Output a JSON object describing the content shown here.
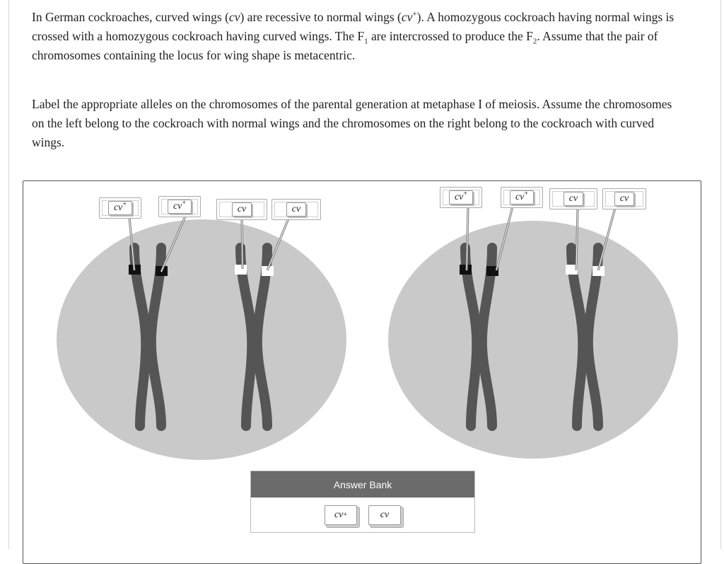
{
  "question": {
    "intro_a": "In German cockroaches, curved wings (",
    "allele_recessive": "cv",
    "intro_b": ") are recessive to normal wings (",
    "allele_dominant": "cv",
    "allele_dominant_sup": "+",
    "intro_c": "). A homozygous cockroach having normal wings is crossed with a homozygous cockroach having curved wings. The F",
    "f1_sub": "1",
    "intro_d": " are intercrossed to produce the F",
    "f2_sub": "2",
    "intro_e": ". Assume that the pair of chromosomes containing the locus for wing shape is metacentric.",
    "instructions": "Label the appropriate alleles on the chromosomes of the parental generation at metaphase I of meiosis. Assume the chromosomes on the left belong to the cockroach with normal wings and the chromosomes on the right belong to the cockroach with curved wings."
  },
  "labels": {
    "left": [
      {
        "base": "cv",
        "sup": "+"
      },
      {
        "base": "cv",
        "sup": "+"
      },
      {
        "base": "cv",
        "sup": ""
      },
      {
        "base": "cv",
        "sup": ""
      }
    ],
    "right": [
      {
        "base": "cv",
        "sup": "+"
      },
      {
        "base": "cv",
        "sup": "+"
      },
      {
        "base": "cv",
        "sup": ""
      },
      {
        "base": "cv",
        "sup": ""
      }
    ]
  },
  "answer_bank": {
    "title": "Answer Bank",
    "items": [
      {
        "base": "cv",
        "sup": "+"
      },
      {
        "base": "cv",
        "sup": ""
      }
    ]
  },
  "colors": {
    "cell": "#c9c9c9",
    "chromatid": "#555555",
    "band_dark": "#111111",
    "band_light": "#ffffff"
  }
}
